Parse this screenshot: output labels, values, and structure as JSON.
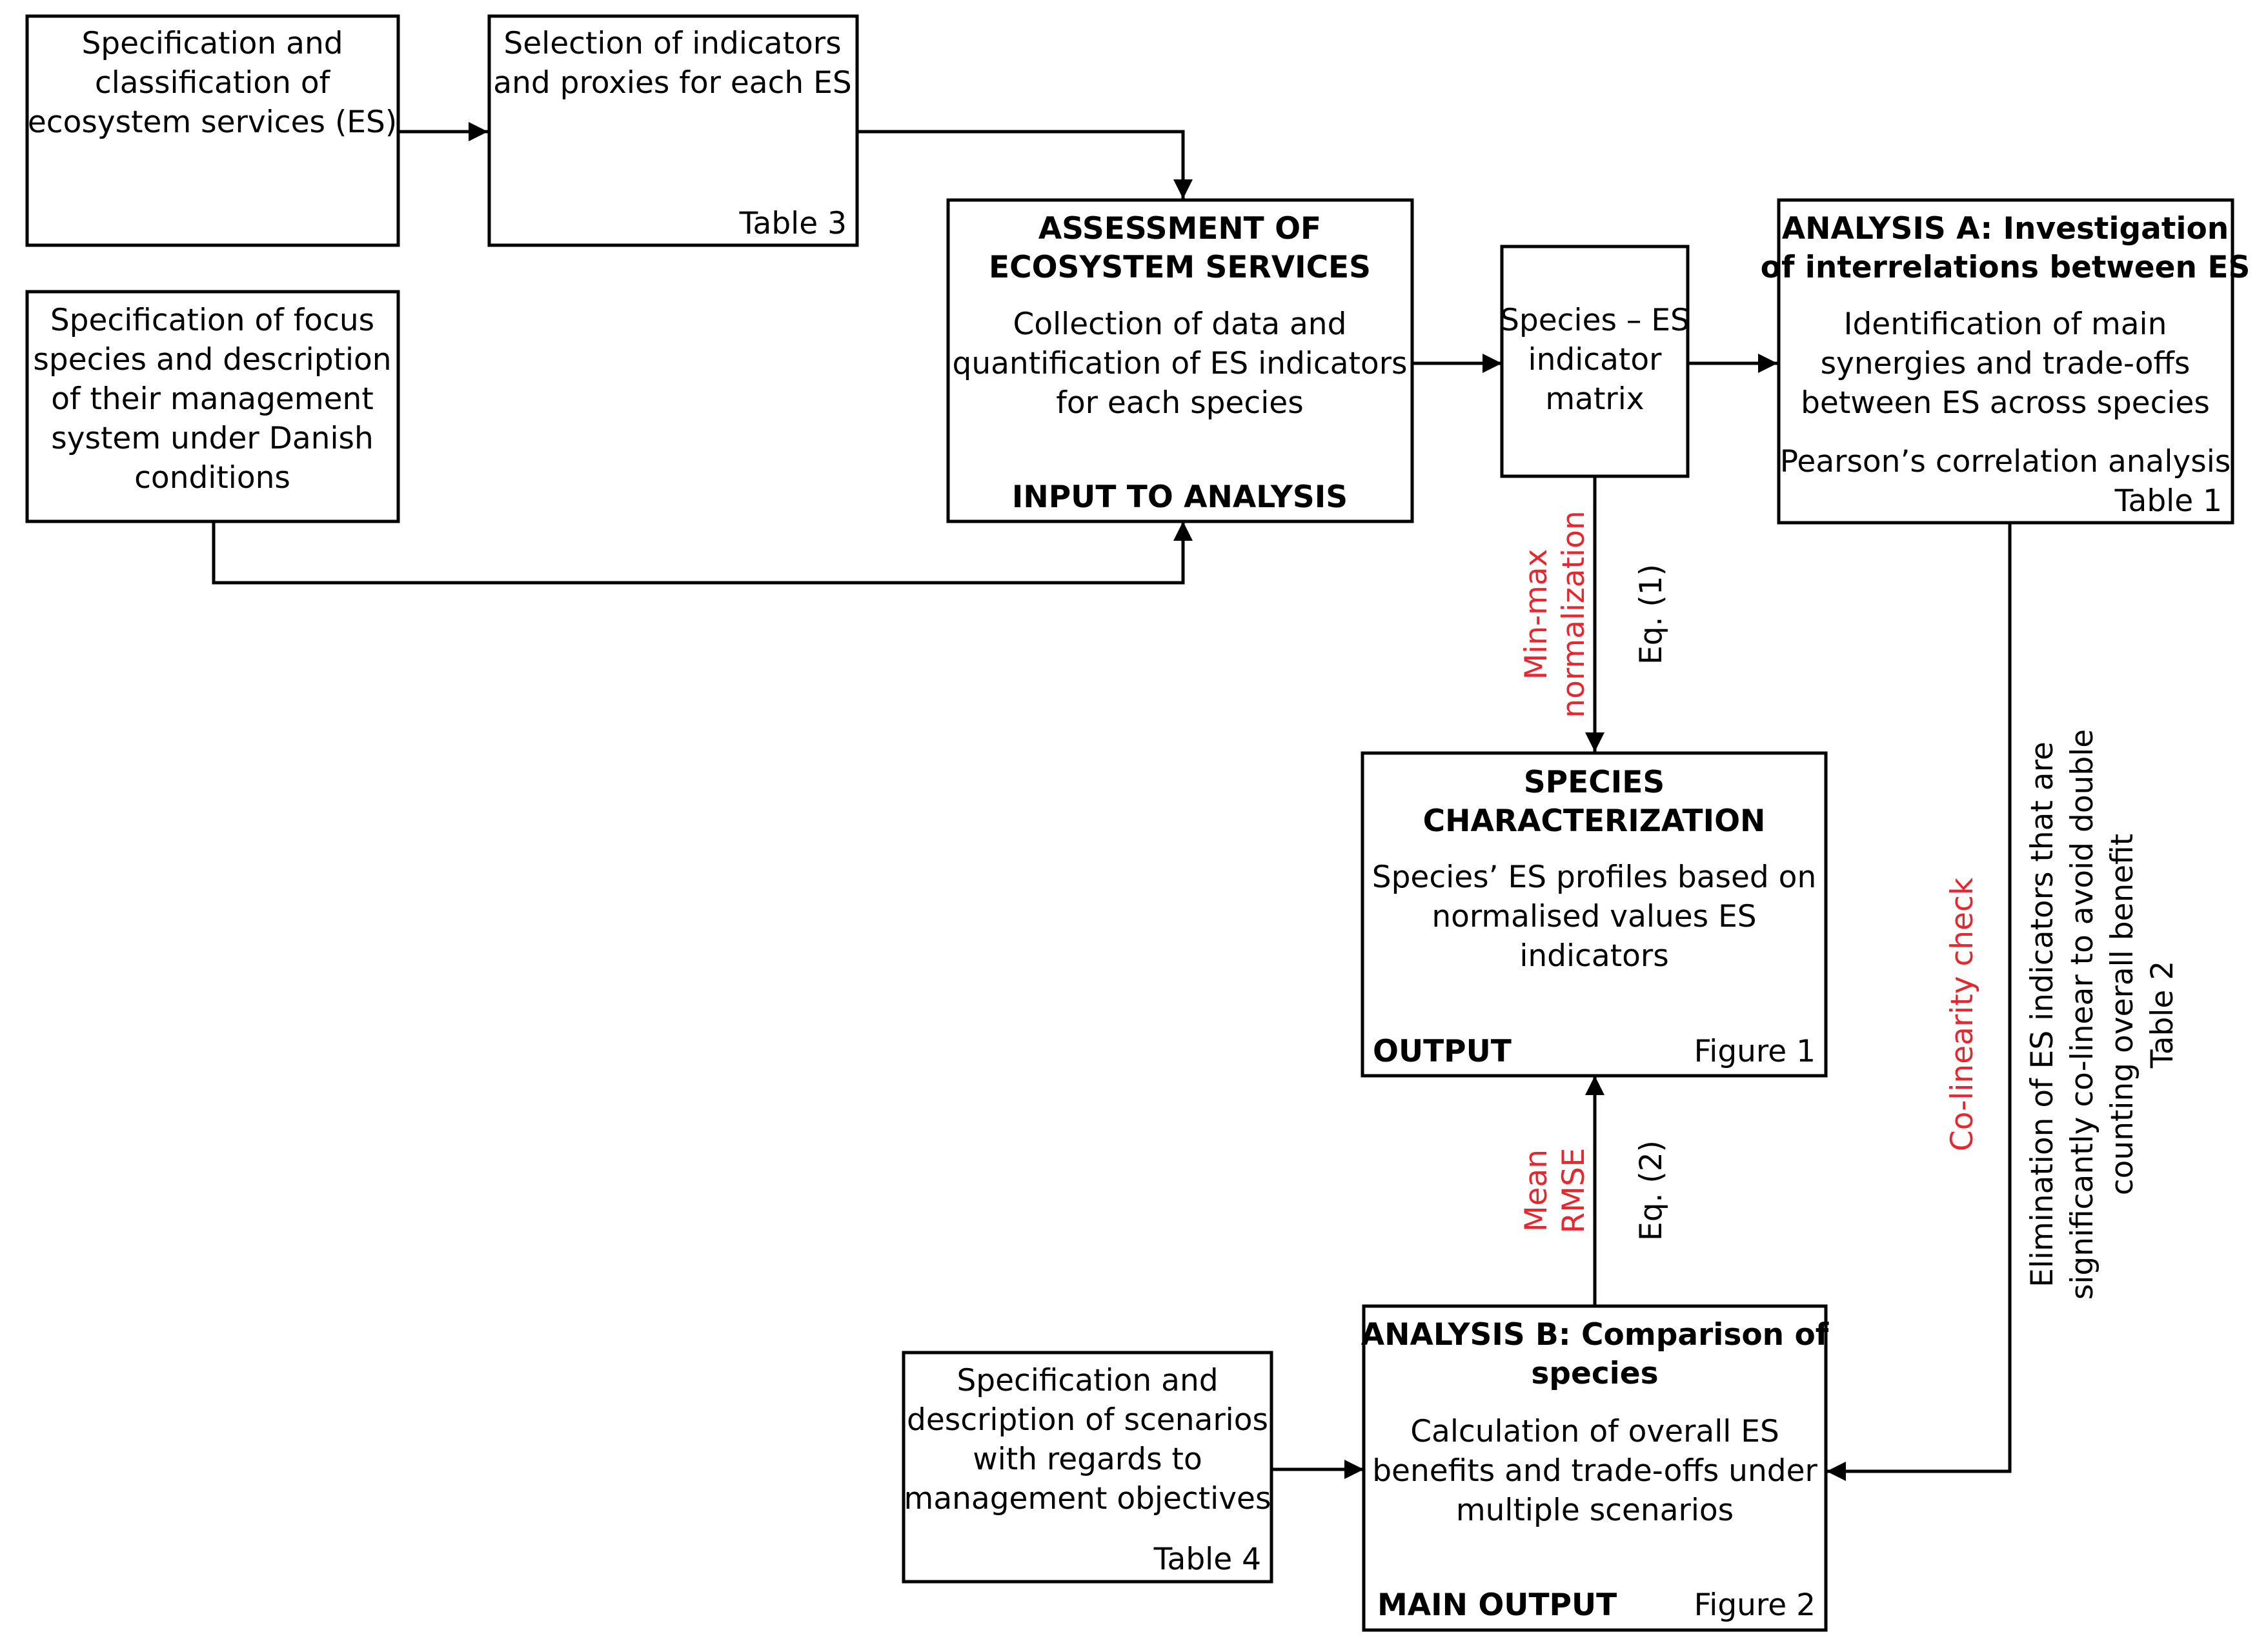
{
  "colors": {
    "red": "#e8262d",
    "gray": "#808080",
    "green": "#6aa116",
    "black": "#000000"
  },
  "boxes": {
    "spec_es": {
      "text": [
        "Specification and",
        "classification of",
        "ecosystem services (ES)"
      ]
    },
    "select_ind": {
      "text": [
        "Selection of indicators",
        "and proxies for each ES"
      ],
      "ref": "Table 3"
    },
    "spec_species": {
      "text": [
        "Specification of focus",
        "species and description",
        "of their management",
        "system under Danish",
        "conditions"
      ]
    },
    "assessment": {
      "title": [
        "ASSESSMENT OF",
        "ECOSYSTEM SERVICES"
      ],
      "text": [
        "Collection of data and",
        "quantification of ES indicators",
        "for each species"
      ],
      "tag": "INPUT TO ANALYSIS"
    },
    "matrix": {
      "text": [
        "Species – ES",
        "indicator",
        "matrix"
      ]
    },
    "analysis_a": {
      "title": [
        "ANALYSIS A: Investigation",
        "of interrelations between ES"
      ],
      "text": [
        "Identification of main",
        "synergies and trade-offs",
        "between ES across species"
      ],
      "method": "Pearson’s correlation analysis",
      "ref": "Table 1"
    },
    "characterization": {
      "title": [
        "SPECIES",
        "CHARACTERIZATION"
      ],
      "text": [
        "Species’ ES profiles based on",
        "normalised values ES",
        "indicators"
      ],
      "tag": "OUTPUT",
      "ref": "Figure 1"
    },
    "scenarios": {
      "text": [
        "Specification and",
        "description of scenarios",
        "with regards to",
        "management objectives"
      ],
      "ref": "Table 4"
    },
    "analysis_b": {
      "title": [
        "ANALYSIS B: Comparison of",
        "species"
      ],
      "text": [
        "Calculation of overall ES",
        "benefits and trade-offs under",
        "multiple scenarios"
      ],
      "tag": "MAIN OUTPUT",
      "ref": "Figure 2"
    }
  },
  "labels": {
    "minmax": [
      "Min-max",
      "normalization"
    ],
    "eq1": "Eq. (1)",
    "rmse": [
      "Mean",
      "RMSE"
    ],
    "eq2": "Eq. (2)",
    "colinearity": "Co-linearity check",
    "elimination": [
      "Elimination of ES indicators that are",
      "significantly co-linear to avoid double",
      "counting overall benefit"
    ],
    "elimination_ref": "Table 2"
  }
}
